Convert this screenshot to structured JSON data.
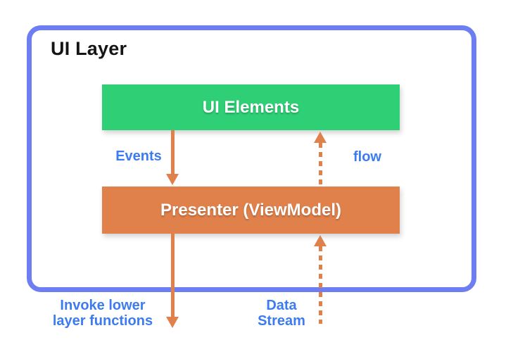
{
  "diagram": {
    "title": "UI Layer",
    "boxes": {
      "ui_elements": {
        "label": "UI Elements",
        "color": "#2ecf75"
      },
      "presenter": {
        "label": "Presenter (ViewModel)",
        "color": "#e0804a"
      }
    },
    "arrows": {
      "events": {
        "label": "Events",
        "style": "solid",
        "direction": "down"
      },
      "flow": {
        "label": "flow",
        "style": "dashed",
        "direction": "up"
      },
      "invoke": {
        "label_line1": "Invoke lower",
        "label_line2": "layer functions",
        "style": "solid",
        "direction": "down"
      },
      "data_stream": {
        "label_line1": "Data",
        "label_line2": "Stream",
        "style": "dashed",
        "direction": "up"
      }
    },
    "colors": {
      "frame_border": "#6d7ef2",
      "box_green": "#2ecf75",
      "box_orange": "#e0804a",
      "arrow_orange": "#e0804a",
      "label_blue": "#3d7bf0",
      "title_text": "#151515",
      "box_text": "#ffffff"
    }
  }
}
